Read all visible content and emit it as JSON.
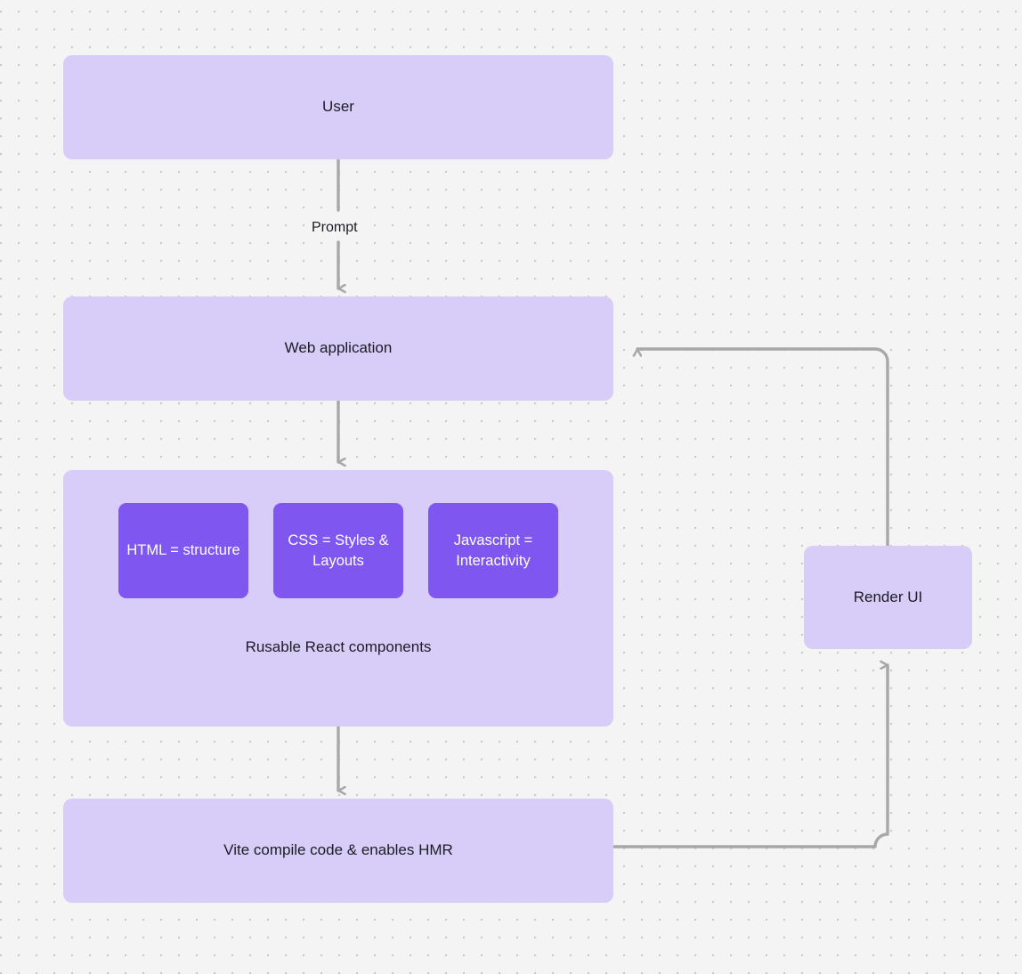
{
  "diagram": {
    "type": "flowchart",
    "background_color": "#f4f4f4",
    "dot_grid_color": "#c9c9c9",
    "node_fill_lavender": "#d8ccf8",
    "node_fill_purple": "#7f56f0",
    "edge_color": "#a8a8a8",
    "text_color": "#1d1b24",
    "nodes": {
      "user": {
        "label": "User"
      },
      "web_application": {
        "label": "Web application"
      },
      "react_components": {
        "caption": "Rusable React components",
        "items": [
          {
            "label": "HTML = structure"
          },
          {
            "label": "CSS = Styles & Layouts"
          },
          {
            "label": "Javascript = Interactivity"
          }
        ]
      },
      "vite": {
        "label": "Vite compile code & enables HMR"
      },
      "render_ui": {
        "label": "Render UI"
      }
    },
    "edges": [
      {
        "from": "user",
        "to": "web_application",
        "label": "Prompt",
        "direction": "down"
      },
      {
        "from": "web_application",
        "to": "react_components",
        "label": "",
        "direction": "down"
      },
      {
        "from": "react_components",
        "to": "vite",
        "label": "",
        "direction": "down"
      },
      {
        "from": "vite",
        "to": "render_ui",
        "label": "",
        "direction": "right-up"
      },
      {
        "from": "render_ui",
        "to": "web_application",
        "label": "",
        "direction": "up-left"
      }
    ]
  }
}
